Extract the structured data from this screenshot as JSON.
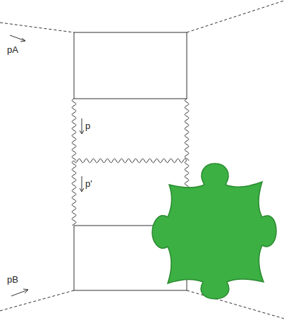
{
  "diagram": {
    "labels": [
      "pA",
      "p",
      "p'",
      "pB"
    ]
  }
}
